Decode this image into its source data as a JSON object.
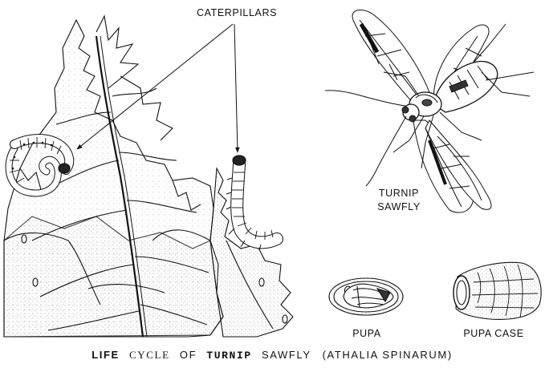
{
  "labels": {
    "caterpillars": "CATERPILLARS",
    "turnip_sawfly_line1": "TURNIP",
    "turnip_sawfly_line2": "SAWFLY",
    "pupa": "PUPA",
    "pupa_case": "PUPA CASE"
  },
  "caption": {
    "part1": "LIFE",
    "part2": "CYCLE",
    "part3": "OF",
    "part4": "TURNIP",
    "part5": "SAWFLY",
    "part6": "(ATHALIA SPINARUM)"
  },
  "colors": {
    "ink": "#111111",
    "paper": "#ffffff",
    "stipple": "#8a8a8a"
  }
}
